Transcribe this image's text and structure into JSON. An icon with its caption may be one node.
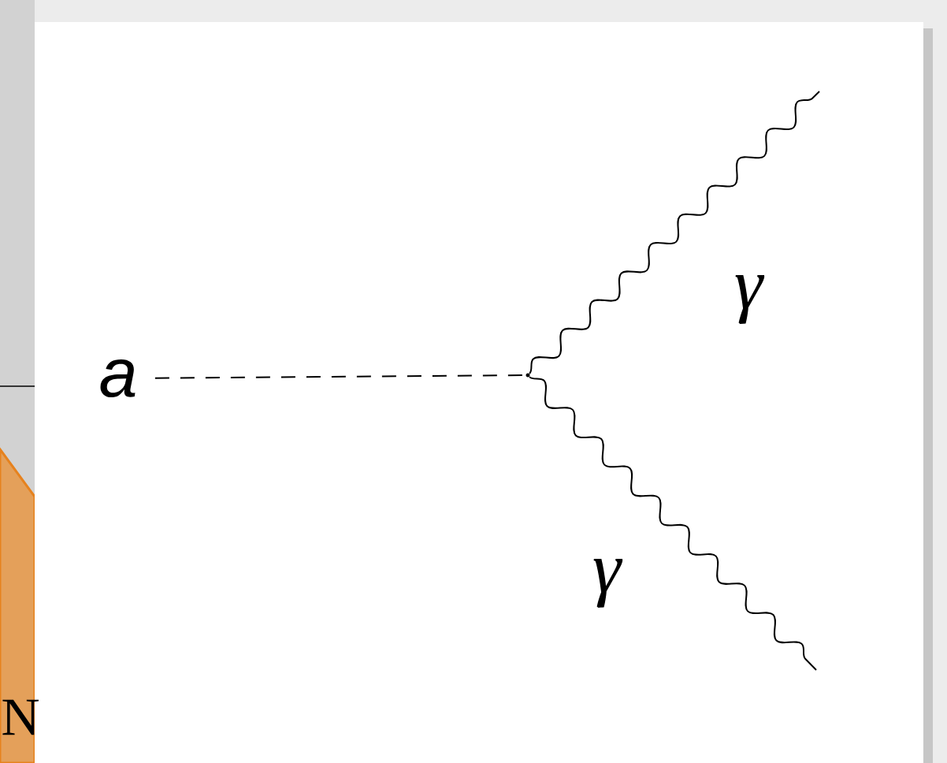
{
  "diagram": {
    "nodes": [
      {
        "text": [
          "a"
        ]
      },
      {
        "text": [],
        "shape": "dot"
      }
    ],
    "edges": [
      {
        "from": 0,
        "to": 1,
        "arrow": "none",
        "style": "dashed"
      },
      {
        "from": 1,
        "to": null,
        "arrow": "none",
        "label": "γ"
      },
      {
        "from": 1,
        "to": null,
        "arrow": "none",
        "label": "γ"
      }
    ],
    "labels": [
      "N"
    ]
  }
}
